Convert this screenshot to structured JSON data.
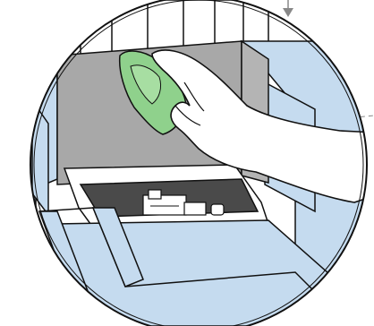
{
  "illustration": {
    "subject": "gloved-hand-wiping-interior-with-cloth",
    "colors": {
      "outline": "#111111",
      "panel_blue": "#c5dbef",
      "wall_gray": "#a8a8a8",
      "recess_dark": "#4a4a4a",
      "cloth_green": "#8fd18c",
      "cloth_green_light": "#a7dea2",
      "glove_white": "#ffffff",
      "part_white": "#ffffff",
      "leader_gray": "#888888"
    },
    "indicators": {
      "arrow": "down-arrow",
      "leader": "dashed-leader-line"
    }
  }
}
